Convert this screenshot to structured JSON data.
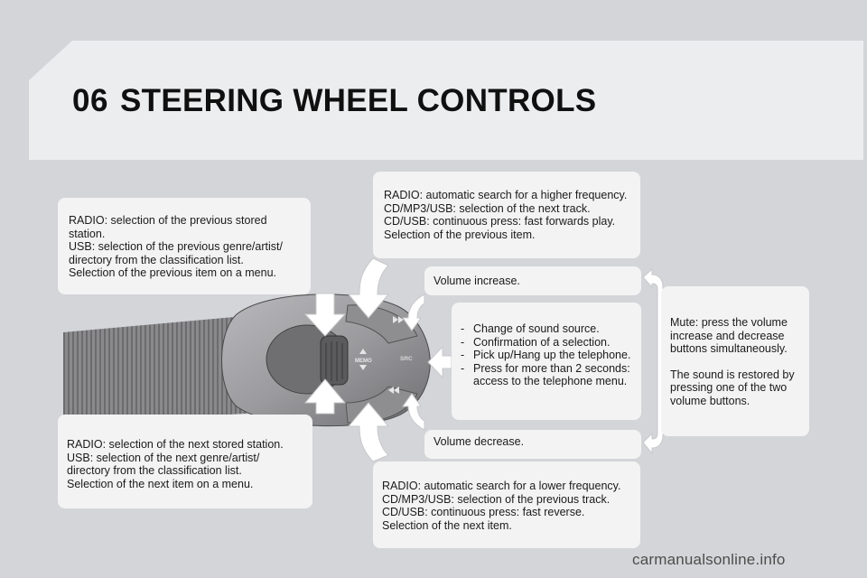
{
  "header": {
    "chapter_number": "06",
    "title": "STEERING WHEEL CONTROLS"
  },
  "callouts": {
    "prev_station": "RADIO: selection of the previous stored station.\nUSB: selection of the previous genre/artist/ directory from the classification list.\nSelection of the previous item on a menu.",
    "next_station": "RADIO: selection of the next stored station.\nUSB: selection of the next genre/artist/ directory from the classification list.\nSelection of the next item on a menu.",
    "seek_up": "RADIO: automatic search for a higher frequency.\nCD/MP3/USB: selection of the next track.\nCD/USB: continuous press: fast forwards play.\nSelection of the previous item.",
    "seek_down": "RADIO: automatic search for a lower frequency.\nCD/MP3/USB: selection of the previous track.\nCD/USB: continuous press: fast reverse.\nSelection of the next item.",
    "volume_up": "Volume increase.",
    "volume_down": "Volume decrease.",
    "source_items": [
      "Change of sound source.",
      "Confirmation of a selection.",
      "Pick up/Hang up the telephone.",
      "Press for more than 2 seconds: access to the telephone menu."
    ],
    "mute_line1": "Mute: press the volume increase and decrease buttons simultaneously.",
    "mute_line2": "The sound is restored by pressing one of the two volume buttons."
  },
  "control_labels": {
    "memo": "MEMO",
    "src": "SRC"
  },
  "watermark": "carmanualsonline.info",
  "colors": {
    "background": "#d4d5d8",
    "header_panel": "#ecedef",
    "callout_box": "#f3f3f4",
    "arrow_fill": "#ffffff"
  }
}
